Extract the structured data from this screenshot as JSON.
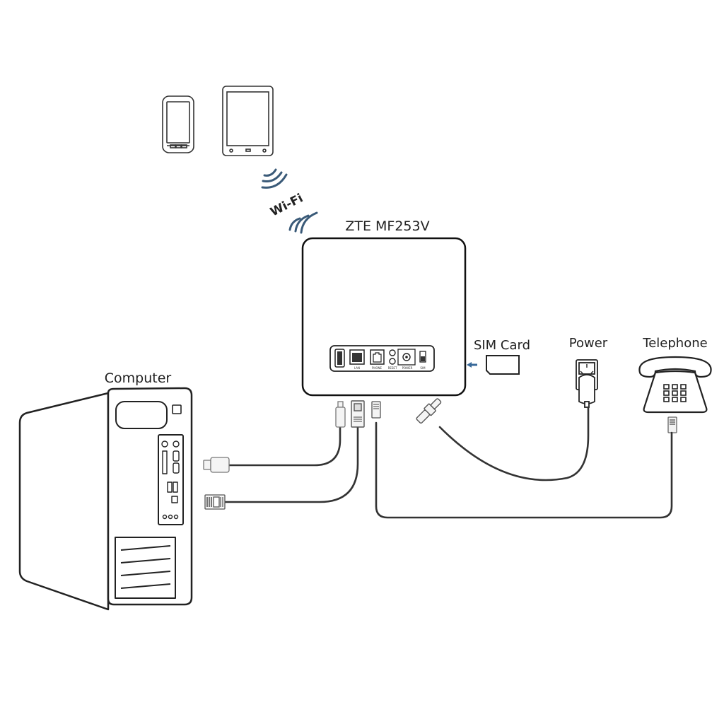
{
  "router": {
    "model_label": "ZTE MF253V",
    "ports": [
      {
        "name": "USB",
        "label": ""
      },
      {
        "name": "LAN",
        "label": "LAN"
      },
      {
        "name": "PHONE",
        "label": "PHONE"
      },
      {
        "name": "RESET",
        "label": "RESET"
      },
      {
        "name": "POWER",
        "label": "POWER"
      },
      {
        "name": "SIM",
        "label": "SIM"
      }
    ]
  },
  "wireless": {
    "label": "Wi-Fi",
    "accent_color": "#3a5a78",
    "devices": [
      "smartphone",
      "tablet"
    ]
  },
  "peripherals": {
    "computer_label": "Computer",
    "sim_label": "SIM Card",
    "power_label": "Power",
    "telephone_label": "Telephone"
  },
  "connections": [
    {
      "from": "Computer",
      "to": "USB",
      "cable": "usb"
    },
    {
      "from": "Computer",
      "to": "LAN",
      "cable": "ethernet"
    },
    {
      "from": "Telephone",
      "to": "PHONE",
      "cable": "rj11"
    },
    {
      "from": "Power",
      "to": "POWER",
      "cable": "dc-power"
    },
    {
      "from": "SIM Card",
      "to": "SIM",
      "cable": "insert"
    }
  ]
}
